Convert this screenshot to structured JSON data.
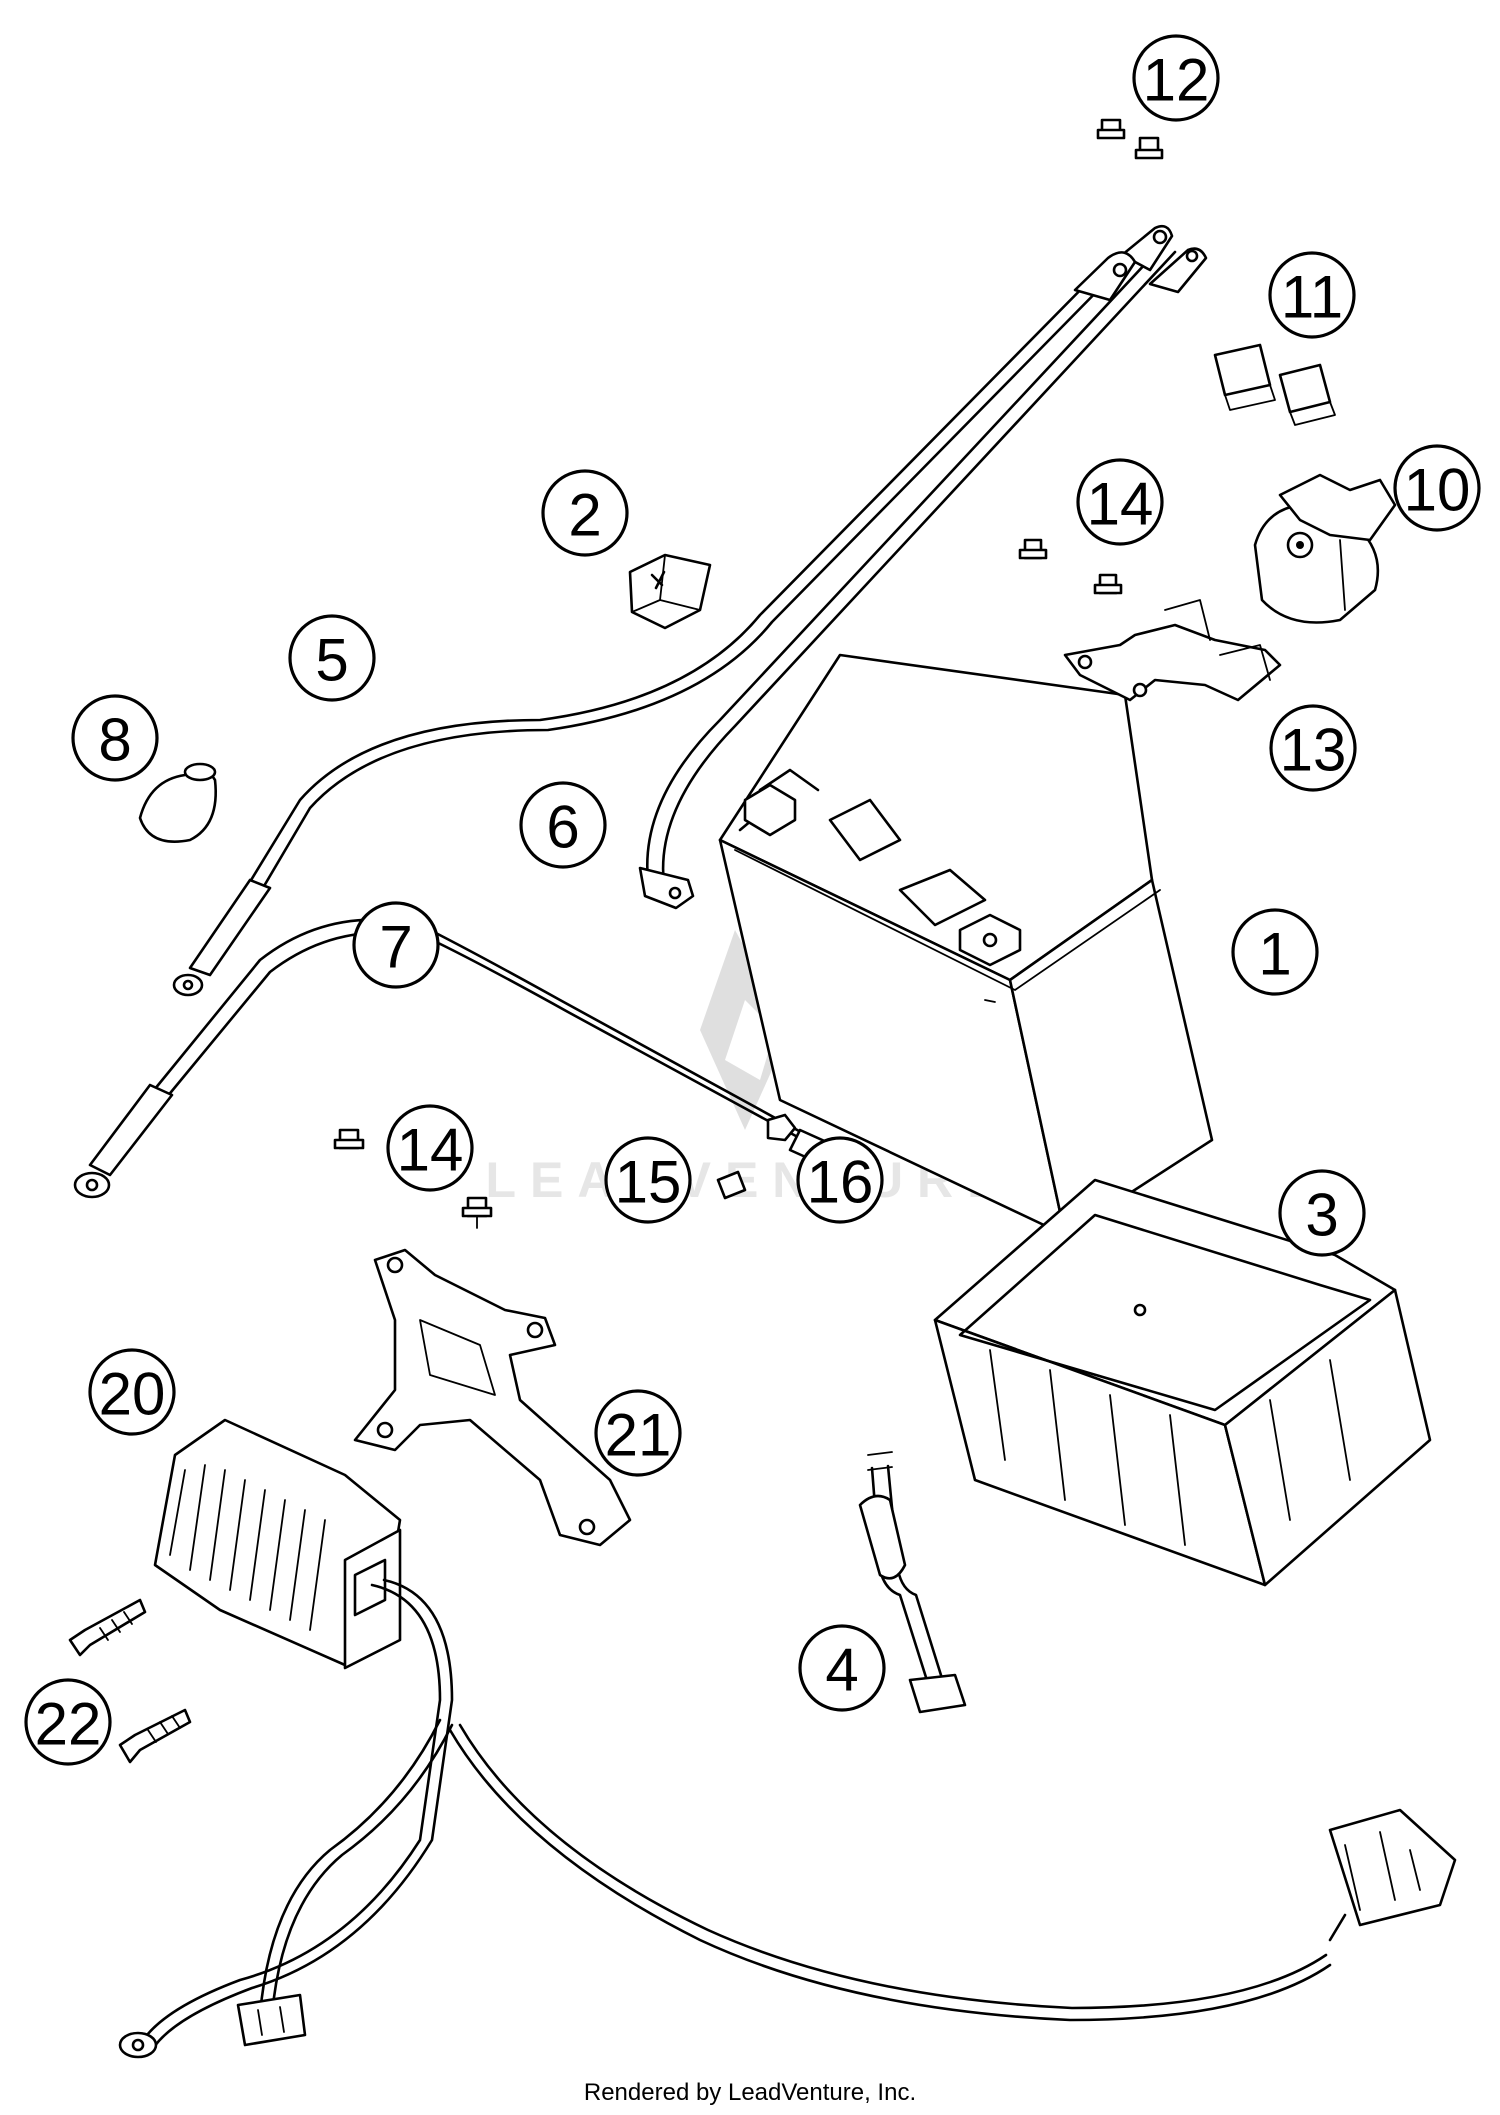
{
  "watermark": "LEADVENTURE",
  "footer": "Rendered by LeadVenture, Inc.",
  "callouts": {
    "c1": "1",
    "c2": "2",
    "c3": "3",
    "c4": "4",
    "c5": "5",
    "c6": "6",
    "c7": "7",
    "c8": "8",
    "c10": "10",
    "c11": "11",
    "c12": "12",
    "c13": "13",
    "c14a": "14",
    "c14b": "14",
    "c15": "15",
    "c16": "16",
    "c20": "20",
    "c21": "21",
    "c22": "22"
  }
}
